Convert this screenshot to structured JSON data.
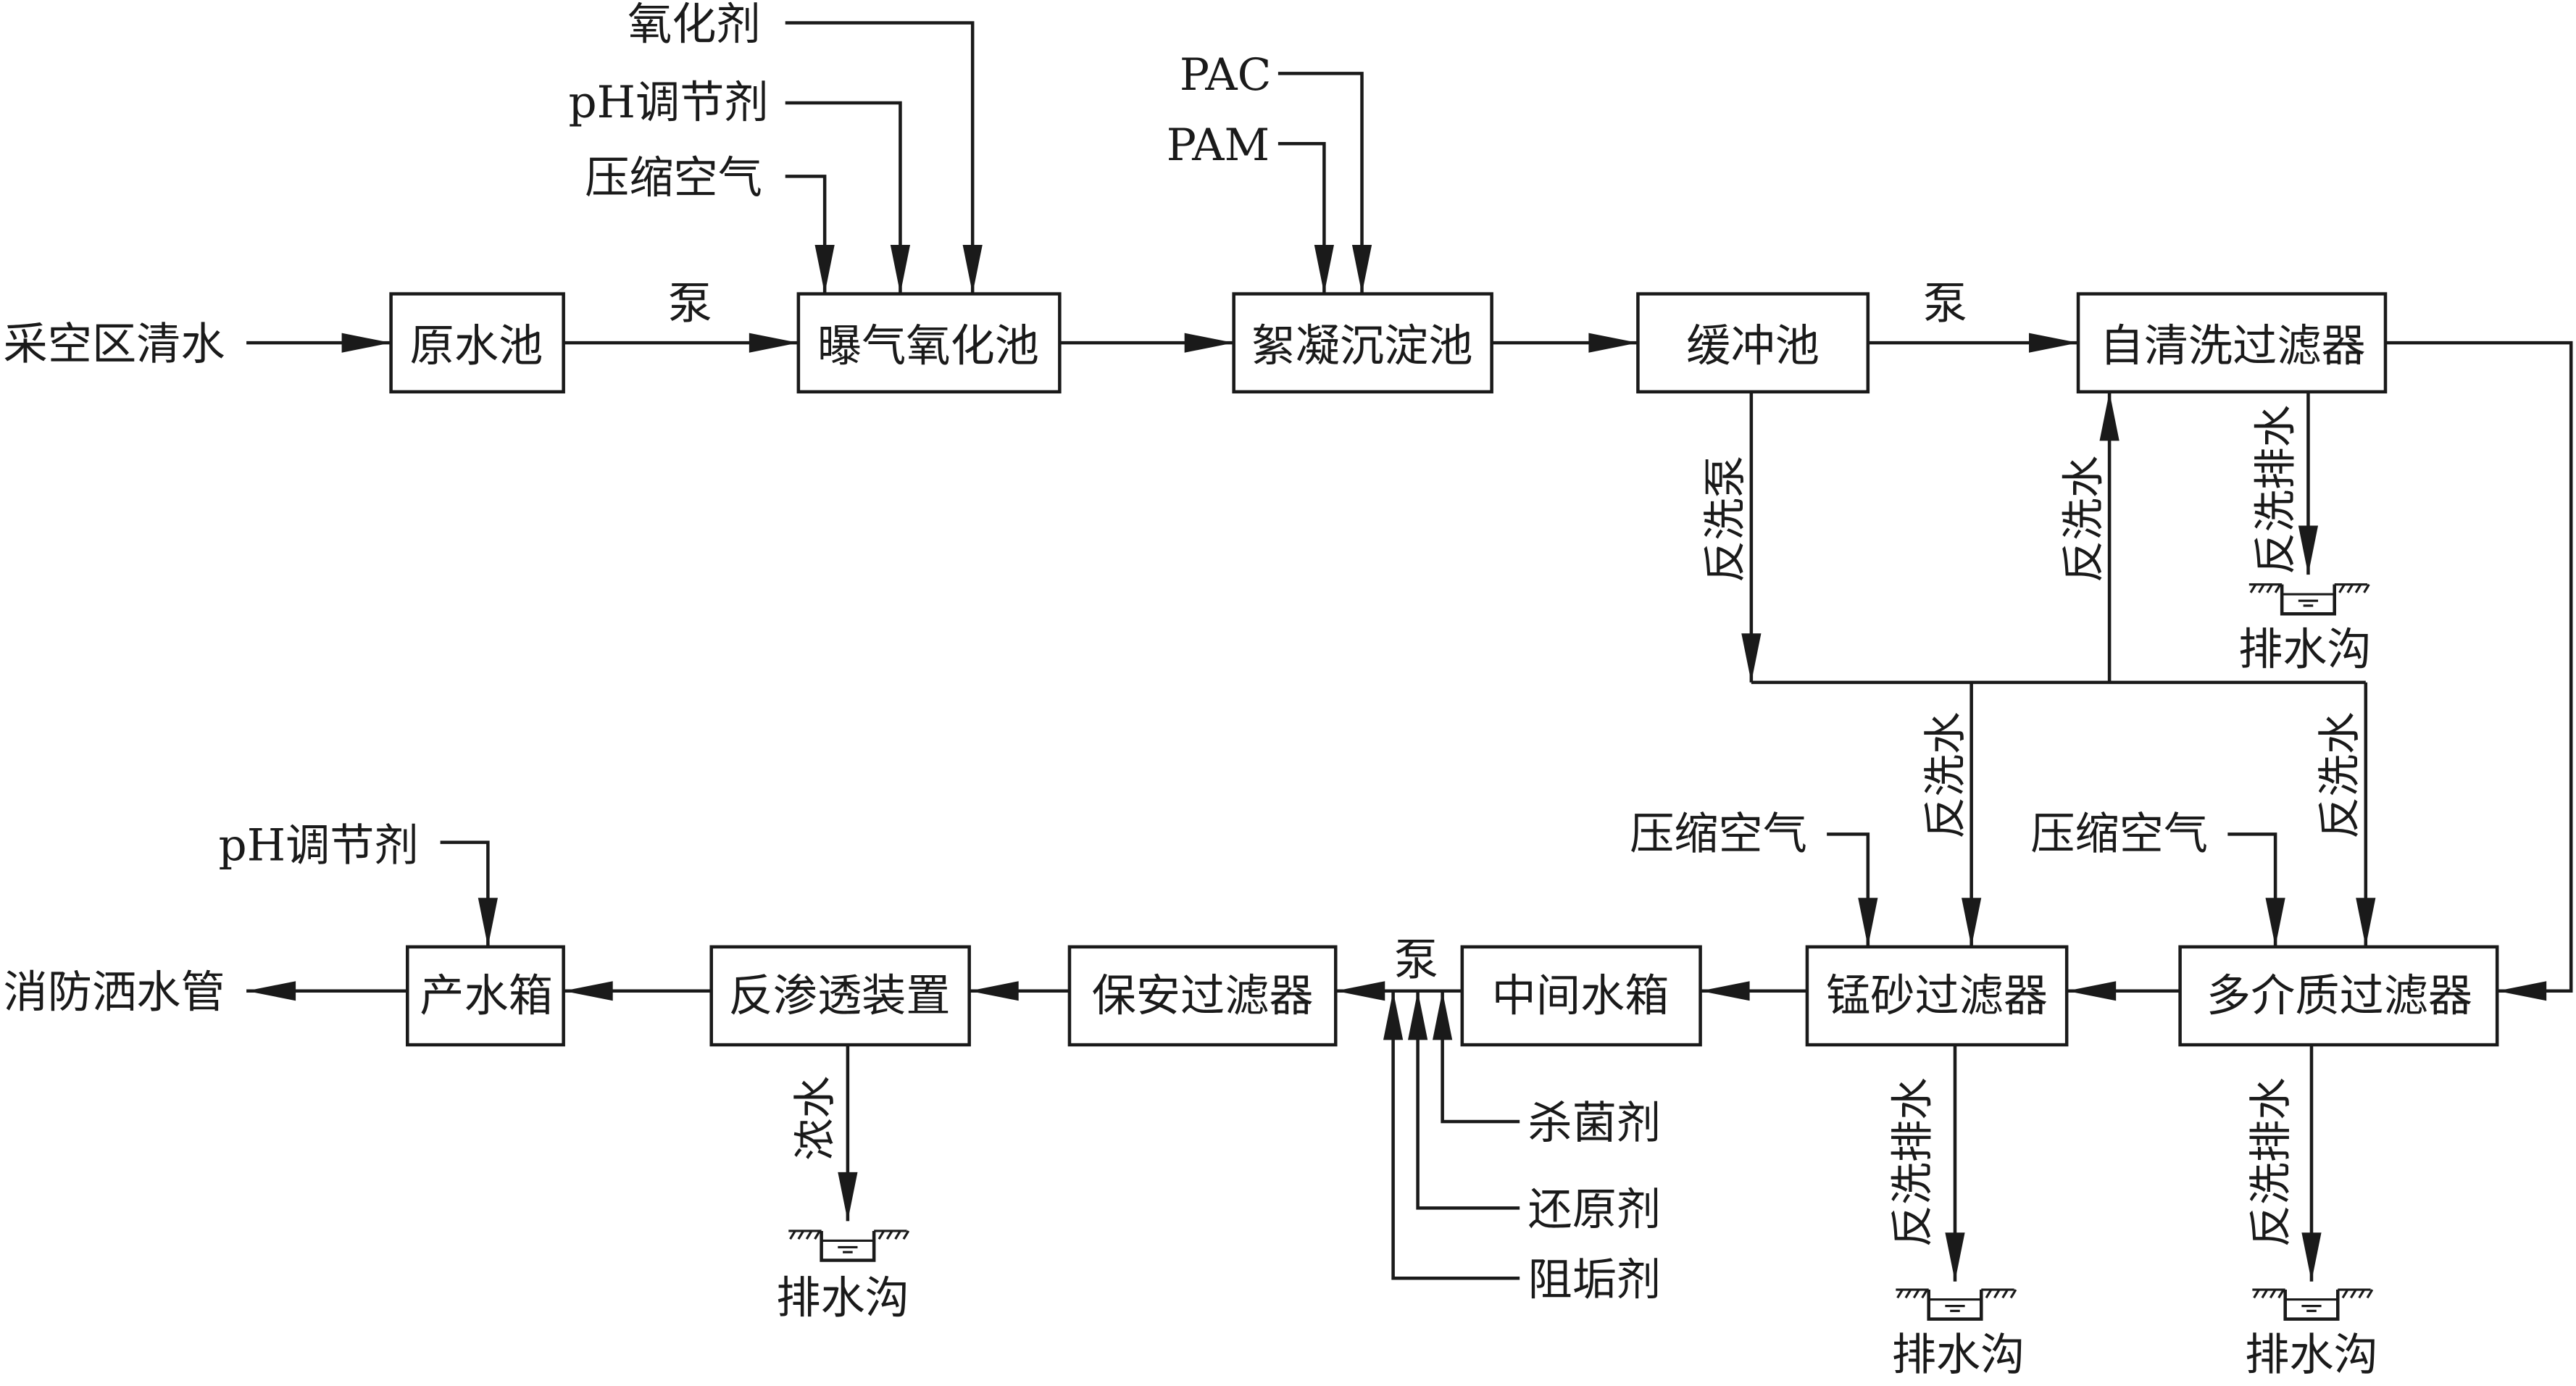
{
  "title": "采空区清水处理工艺流程图",
  "colors": {
    "line": "#1a1a1a",
    "background": "#ffffff"
  },
  "inputs": {
    "source": "采空区清水",
    "output": "消防洒水管"
  },
  "units": {
    "raw_pool": "原水池",
    "aeration": "曝气氧化池",
    "flocculation": "絮凝沉淀池",
    "buffer": "缓冲池",
    "self_clean_filter": "自清洗过滤器",
    "multimedia_filter": "多介质过滤器",
    "manganese_filter": "锰砂过滤器",
    "intermediate_tank": "中间水箱",
    "security_filter": "保安过滤器",
    "ro_device": "反渗透装置",
    "product_tank": "产水箱"
  },
  "chemicals": {
    "oxidant": "氧化剂",
    "ph_adjuster": "pH调节剂",
    "compressed_air": "压缩空气",
    "pac": "PAC",
    "pam": "PAM",
    "bactericide": "杀菌剂",
    "reductant": "还原剂",
    "antiscalant": "阻垢剂"
  },
  "flow_labels": {
    "pump": "泵",
    "backwash_pump": "反洗泵",
    "backwash_water": "反洗水",
    "backwash_drain": "反洗排水",
    "concentrate": "浓水",
    "drain_ditch": "排水沟"
  }
}
